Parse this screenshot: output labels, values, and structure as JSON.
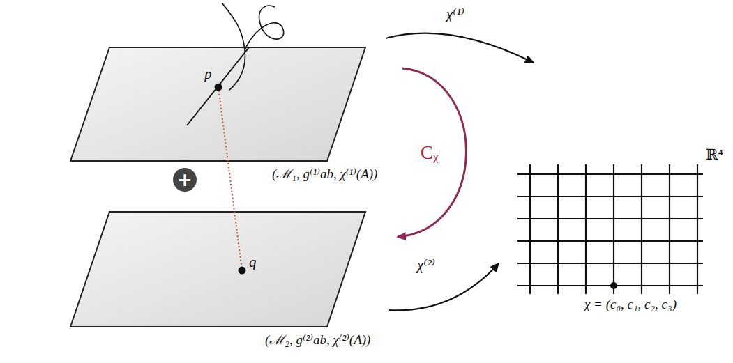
{
  "diagram": {
    "nodes": [
      {
        "text": [
          "(ℳ₁, g⁽¹⁾ab, χ⁽¹⁾(A))"
        ]
      },
      {
        "text": [
          "(ℳ₂, g⁽²⁾ab, χ⁽²⁾(A))"
        ]
      },
      {
        "text": [
          "ℝ⁴",
          "χ = (c₀, c₁, c₂, c₃)"
        ]
      }
    ],
    "edges": [
      {
        "from": 0,
        "to": 2,
        "label": "χ⁽¹⁾",
        "arrow": "to"
      },
      {
        "from": 1,
        "to": 2,
        "label": "χ⁽²⁾",
        "arrow": "to"
      },
      {
        "from": 2,
        "to": 1,
        "label": "Cᵪ",
        "arrow": "to"
      }
    ],
    "labels": [
      "p",
      "q",
      "+"
    ]
  }
}
